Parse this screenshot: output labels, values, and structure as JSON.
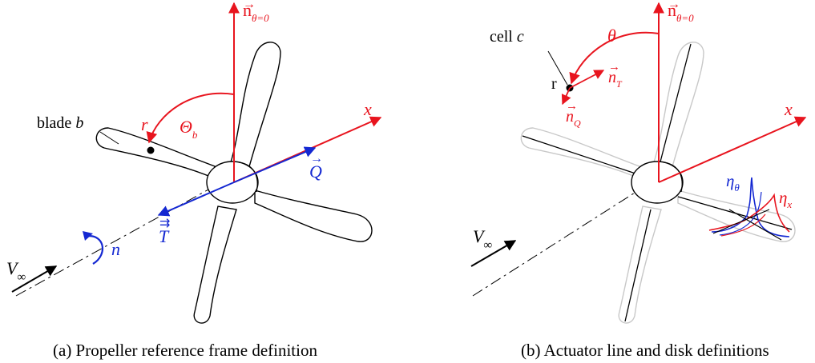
{
  "panel_a": {
    "caption": "(a) Propeller reference frame definition",
    "axis_normal": "n",
    "axis_normal_sub": "θ=0",
    "axis_x": "x",
    "blade_label": "blade",
    "blade_var": "b",
    "radius_label": "r",
    "angle_label": "Θ",
    "angle_sub": "b",
    "torque_label": "Q",
    "thrust_label": "T",
    "rotation_label": "n",
    "freestream_label": "V",
    "freestream_sub": "∞"
  },
  "panel_b": {
    "caption": "(b) Actuator line and disk definitions",
    "axis_normal": "n",
    "axis_normal_sub": "θ=0",
    "axis_x": "x",
    "cell_label": "cell",
    "cell_var": "c",
    "radius_label": "r",
    "angle_label": "θ",
    "n_thrust": "n",
    "n_thrust_sub": "T",
    "n_torque": "n",
    "n_torque_sub": "Q",
    "eta_theta": "η",
    "eta_theta_sub": "θ",
    "eta_x": "η",
    "eta_x_sub": "x",
    "freestream_label": "V",
    "freestream_sub": "∞"
  },
  "colors": {
    "axes": "#e8141e",
    "vectors": "#1428d2",
    "outline": "#000000",
    "ghost_outline": "#c8c8c8"
  }
}
